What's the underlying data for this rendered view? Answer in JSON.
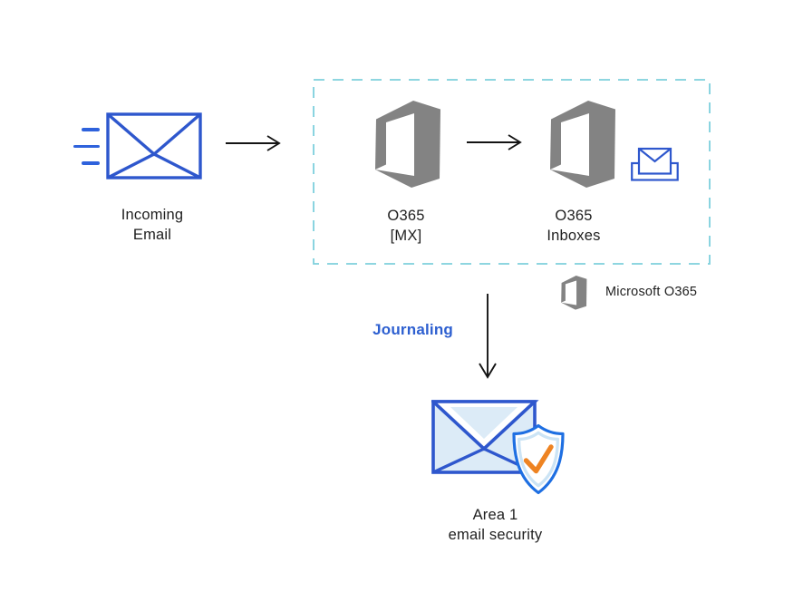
{
  "nodes": {
    "incoming": {
      "label": "Incoming\nEmail",
      "icon": "incoming-email-envelope-icon"
    },
    "o365_mx": {
      "label": "O365\n[MX]",
      "icon": "office365-logo-icon"
    },
    "o365_inboxes": {
      "label": "O365\nInboxes",
      "icon": "office365-logo-icon"
    },
    "inbox_tray": {
      "icon": "inbox-tray-envelope-icon"
    },
    "area1": {
      "label": "Area 1\nemail security",
      "icon": "email-security-shield-icon"
    }
  },
  "flow": {
    "journaling_label": "Journaling"
  },
  "legend": {
    "label": "Microsoft O365",
    "icon": "office365-logo-icon"
  },
  "colors": {
    "envelope_blue": "#2e57cd",
    "speed_blue": "#2e62dc",
    "light_fill": "#dcebf7",
    "office_gray": "#838383",
    "dash_teal": "#7ed0dc",
    "journaling_blue": "#2d5fd0",
    "check_orange": "#ee8322",
    "shield_blue": "#1e6fe2",
    "shield_band": "#cce4f5",
    "text_dark": "#1f1f1f",
    "arrow_black": "#141414"
  }
}
